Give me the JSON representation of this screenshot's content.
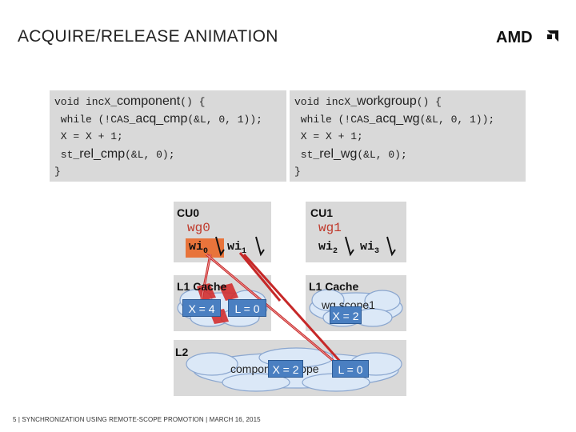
{
  "title": "ACQUIRE/RELEASE ANIMATION",
  "logo_text": "AMD",
  "code_left": {
    "l1_a": "void incX_",
    "l1_b": "component",
    "l1_c": "() {",
    "l2_a": " while (!CAS_",
    "l2_b": "acq_cmp",
    "l2_c": "(&L, 0, 1));",
    "l3": " X = X + 1;",
    "l4_a": " st_",
    "l4_b": "rel_cmp",
    "l4_c": "(&L, 0);",
    "l5": "}"
  },
  "code_right": {
    "l1_a": "void incX_",
    "l1_b": "workgroup",
    "l1_c": "() {",
    "l2_a": " while (!CAS_",
    "l2_b": "acq_wg",
    "l2_c": "(&L, 0, 1));",
    "l3": " X = X + 1;",
    "l4_a": " st_",
    "l4_b": "rel_wg",
    "l4_c": "(&L, 0);",
    "l5": "}"
  },
  "cu0": {
    "label": "CU0",
    "wg": "wg0",
    "wi0": "wi",
    "wi0_sub": "0",
    "wi1": "wi",
    "wi1_sub": "1",
    "l1_label": "L1 Cache",
    "x_box": "X = 4",
    "l_box": "L = 0"
  },
  "cu1": {
    "label": "CU1",
    "wg": "wg1",
    "wi2": "wi",
    "wi2_sub": "2",
    "wi3": "wi",
    "wi3_sub": "3",
    "l1_label": "L1 Cache",
    "cloud_text": "wg scope1",
    "x_box": "X = 2"
  },
  "l2": {
    "label": "L2",
    "cloud_text": "component scope",
    "x_box": "X = 2",
    "l_box": "L = 0"
  },
  "footer": "5  |  SYNCHRONIZATION USING REMOTE-SCOPE PROMOTION  |  MARCH 16, 2015",
  "colors": {
    "accent": "#c0392b",
    "value_box": "#4a7fc1",
    "panel": "#d9d9d9",
    "cloud": "#dbe8f7",
    "wi_active": "#e8743b"
  }
}
